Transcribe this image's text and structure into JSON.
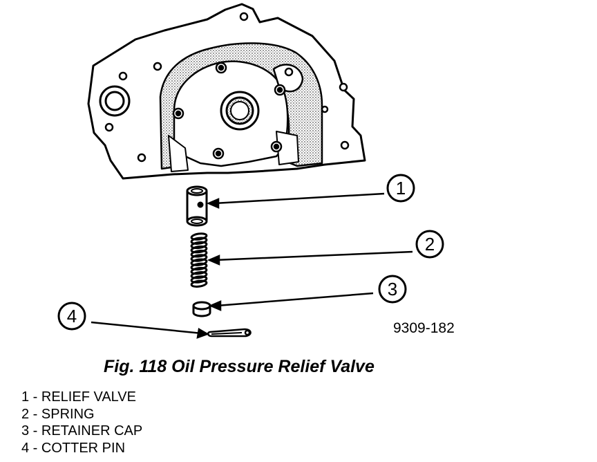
{
  "callouts": {
    "c1": "1",
    "c2": "2",
    "c3": "3",
    "c4": "4"
  },
  "figure_code": "9309-182",
  "caption": "Fig. 118 Oil Pressure Relief Valve",
  "legend": [
    "1 - RELIEF VALVE",
    "2 - SPRING",
    "3 - RETAINER CAP",
    "4 - COTTER PIN"
  ],
  "colors": {
    "line": "#000000",
    "background": "#ffffff",
    "stipple": "#8a8a8a"
  }
}
